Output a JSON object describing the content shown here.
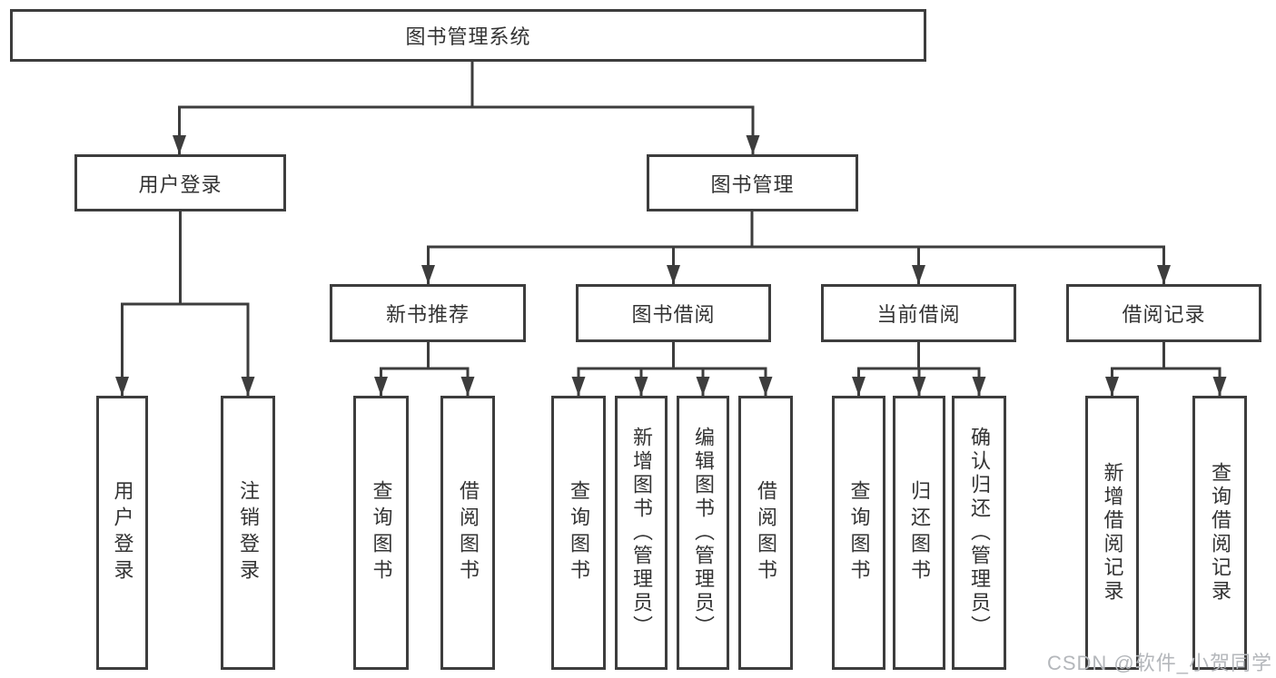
{
  "watermark": "CSDN @软件_小贺同学",
  "colors": {
    "line": "#3d3d3d",
    "box_border": "#3d3d3d",
    "box_fill": "#ffffff",
    "text": "#333333",
    "watermark": "#b4b7bb",
    "background": "#ffffff"
  },
  "tree": {
    "label": "图书管理系统",
    "children": [
      {
        "label": "用户登录",
        "children": [
          {
            "label": "用户登录"
          },
          {
            "label": "注销登录"
          }
        ]
      },
      {
        "label": "图书管理",
        "children": [
          {
            "label": "新书推荐",
            "children": [
              {
                "label": "查询图书"
              },
              {
                "label": "借阅图书"
              }
            ]
          },
          {
            "label": "图书借阅",
            "children": [
              {
                "label": "查询图书"
              },
              {
                "label": "新增图书（管理员）"
              },
              {
                "label": "编辑图书（管理员）"
              },
              {
                "label": "借阅图书"
              }
            ]
          },
          {
            "label": "当前借阅",
            "children": [
              {
                "label": "查询图书"
              },
              {
                "label": "归还图书"
              },
              {
                "label": "确认归还（管理员）"
              }
            ]
          },
          {
            "label": "借阅记录",
            "children": [
              {
                "label": "新增借阅记录"
              },
              {
                "label": "查询借阅记录"
              }
            ]
          }
        ]
      }
    ]
  }
}
